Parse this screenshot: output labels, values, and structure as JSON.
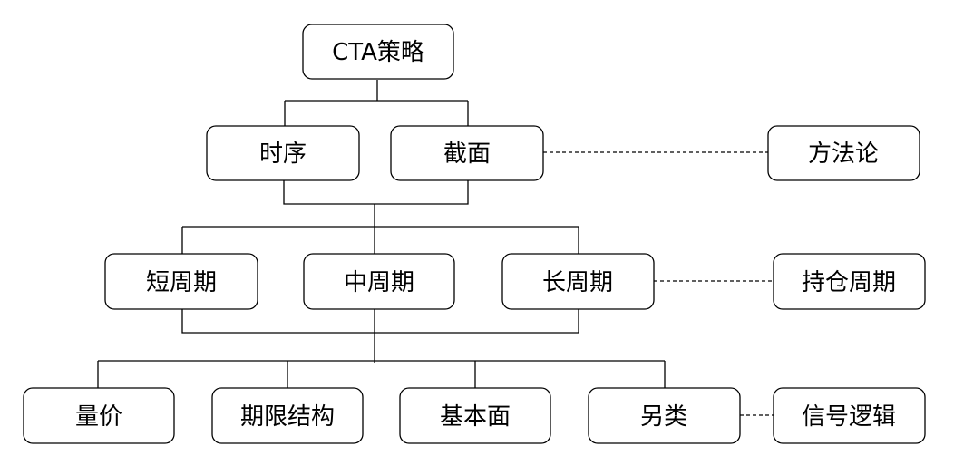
{
  "root": {
    "label": "CTA策略"
  },
  "level1": [
    {
      "label": "时序"
    },
    {
      "label": "截面"
    }
  ],
  "level2": [
    {
      "label": "短周期"
    },
    {
      "label": "中周期"
    },
    {
      "label": "长周期"
    }
  ],
  "level3": [
    {
      "label": "量价"
    },
    {
      "label": "期限结构"
    },
    {
      "label": "基本面"
    },
    {
      "label": "另类"
    }
  ],
  "side": [
    {
      "label": "方法论"
    },
    {
      "label": "持仓周期"
    },
    {
      "label": "信号逻辑"
    }
  ]
}
